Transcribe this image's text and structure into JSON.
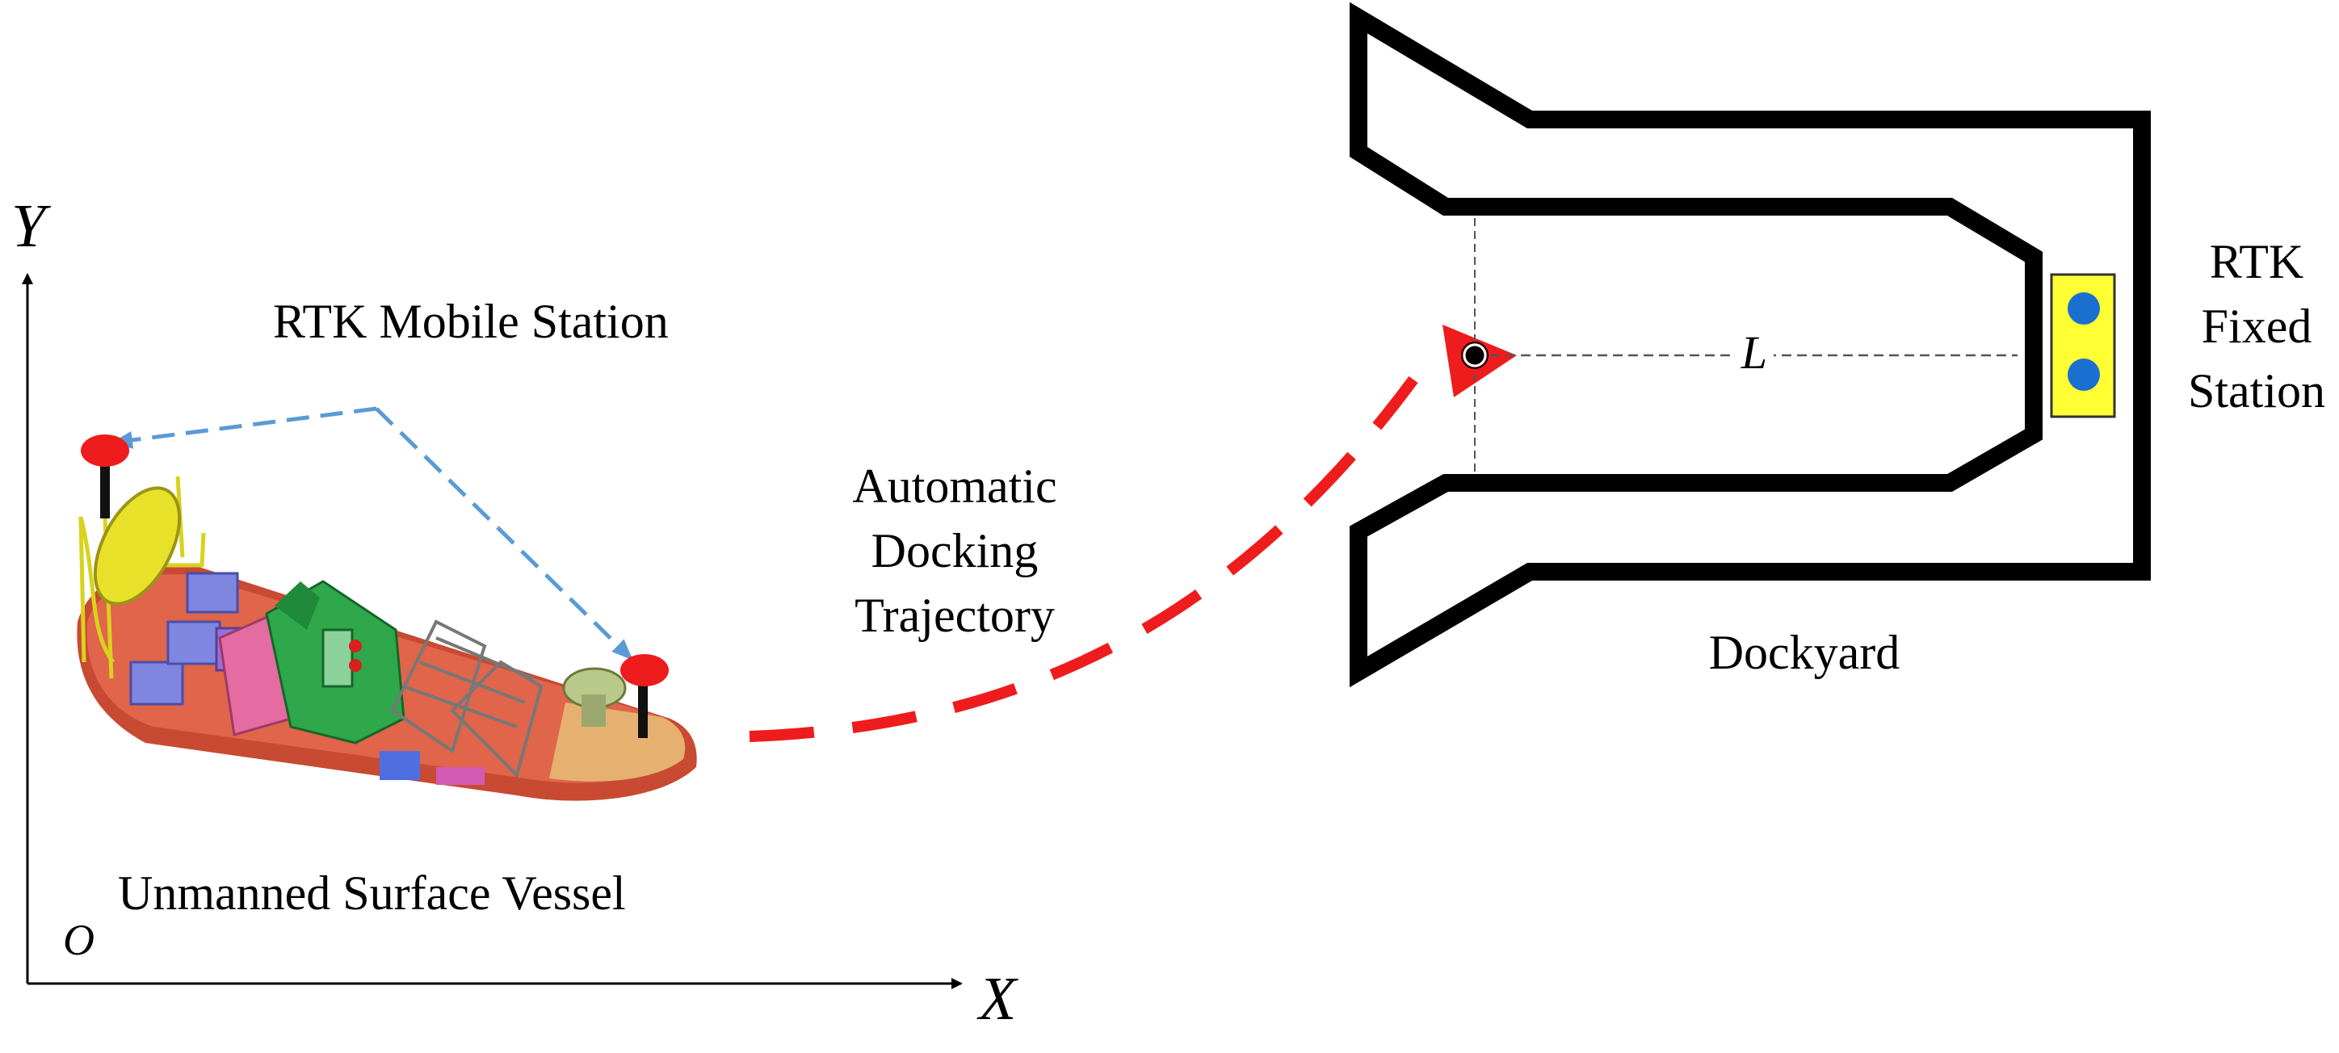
{
  "axes": {
    "y_label": "Y",
    "x_label": "X",
    "origin_label": "O"
  },
  "labels": {
    "rtk_mobile": "RTK Mobile Station",
    "vessel": "Unmanned Surface Vessel",
    "trajectory_line1": "Automatic",
    "trajectory_line2": "Docking",
    "trajectory_line3": "Trajectory",
    "dock_length": "L",
    "dockyard": "Dockyard",
    "rtk_fixed_line1": "RTK",
    "rtk_fixed_line2": "Fixed",
    "rtk_fixed_line3": "Station"
  },
  "colors": {
    "trajectory": "#ee1c1c",
    "rtk_antenna": "#ee1c1c",
    "rtk_link": "#5b9bd5",
    "dock_wall": "#000000",
    "fixed_station_box": "#ffff33",
    "fixed_station_dot": "#1a6fd0",
    "hull": "#e0654a",
    "deck_green": "#2ea84a",
    "buoy_yellow": "#e8e12a"
  }
}
